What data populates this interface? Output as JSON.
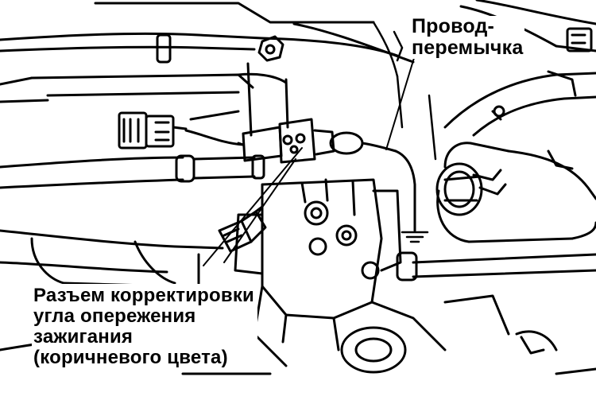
{
  "labels": {
    "jumper_wire": [
      "Провод-",
      "перемычка"
    ],
    "timing_connector": [
      "Разъем корректировки",
      "угла опережения",
      "зажигания",
      "(коричневого цвета)"
    ]
  },
  "colors": {
    "ink": "#000000",
    "paper": "#ffffff"
  }
}
